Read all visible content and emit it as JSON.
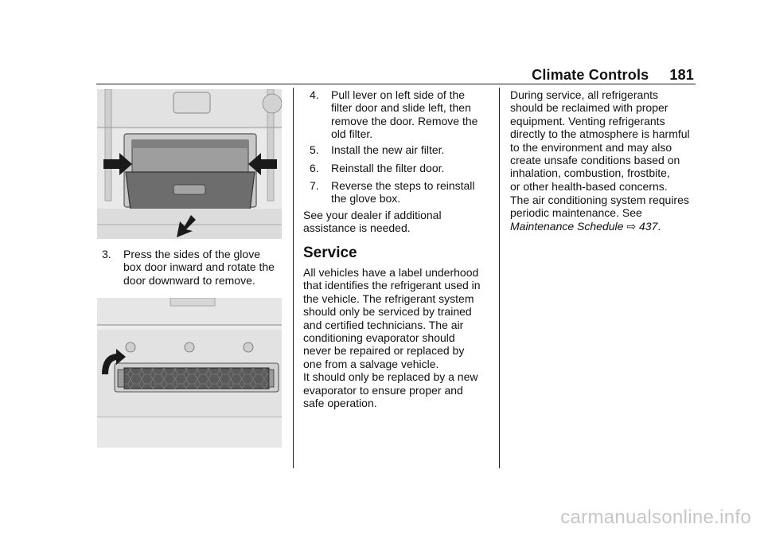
{
  "header": {
    "section": "Climate Controls",
    "page": "181"
  },
  "col1": {
    "step3": {
      "num": "3.",
      "lines": [
        "Press the sides of the glove",
        "box door inward and rotate the",
        "door downward to remove."
      ]
    }
  },
  "col2": {
    "steps": [
      {
        "num": "4.",
        "lines": [
          "Pull lever on left side of the",
          "filter door and slide left, then",
          "remove the door. Remove the",
          "old filter."
        ]
      },
      {
        "num": "5.",
        "lines": [
          "Install the new air filter."
        ]
      },
      {
        "num": "6.",
        "lines": [
          "Reinstall the filter door."
        ]
      },
      {
        "num": "7.",
        "lines": [
          "Reverse the steps to reinstall",
          "the glove box."
        ]
      }
    ],
    "dealer_lines": [
      "See your dealer if additional",
      "assistance is needed."
    ],
    "service_heading": "Service",
    "service_lines": [
      "All vehicles have a label underhood",
      "that identifies the refrigerant used in",
      "the vehicle. The refrigerant system",
      "should only be serviced by trained",
      "and certified technicians. The air",
      "conditioning evaporator should",
      "never be repaired or replaced by",
      "one from a salvage vehicle.",
      "It should only be replaced by a new",
      "evaporator to ensure proper and",
      "safe operation."
    ]
  },
  "col3": {
    "p1_lines": [
      "During service, all refrigerants",
      "should be reclaimed with proper",
      "equipment. Venting refrigerants",
      "directly to the atmosphere is harmful",
      "to the environment and may also",
      "create unsafe conditions based on",
      "inhalation, combustion, frostbite,",
      "or other health-based concerns."
    ],
    "p2_lines": [
      "The air conditioning system requires",
      "periodic maintenance. See"
    ],
    "p2_ref": "Maintenance Schedule",
    "p2_ref_arrow": "⇨",
    "p2_ref_page": "437",
    "p2_end": "."
  },
  "watermark": "carmanualsonline.info"
}
